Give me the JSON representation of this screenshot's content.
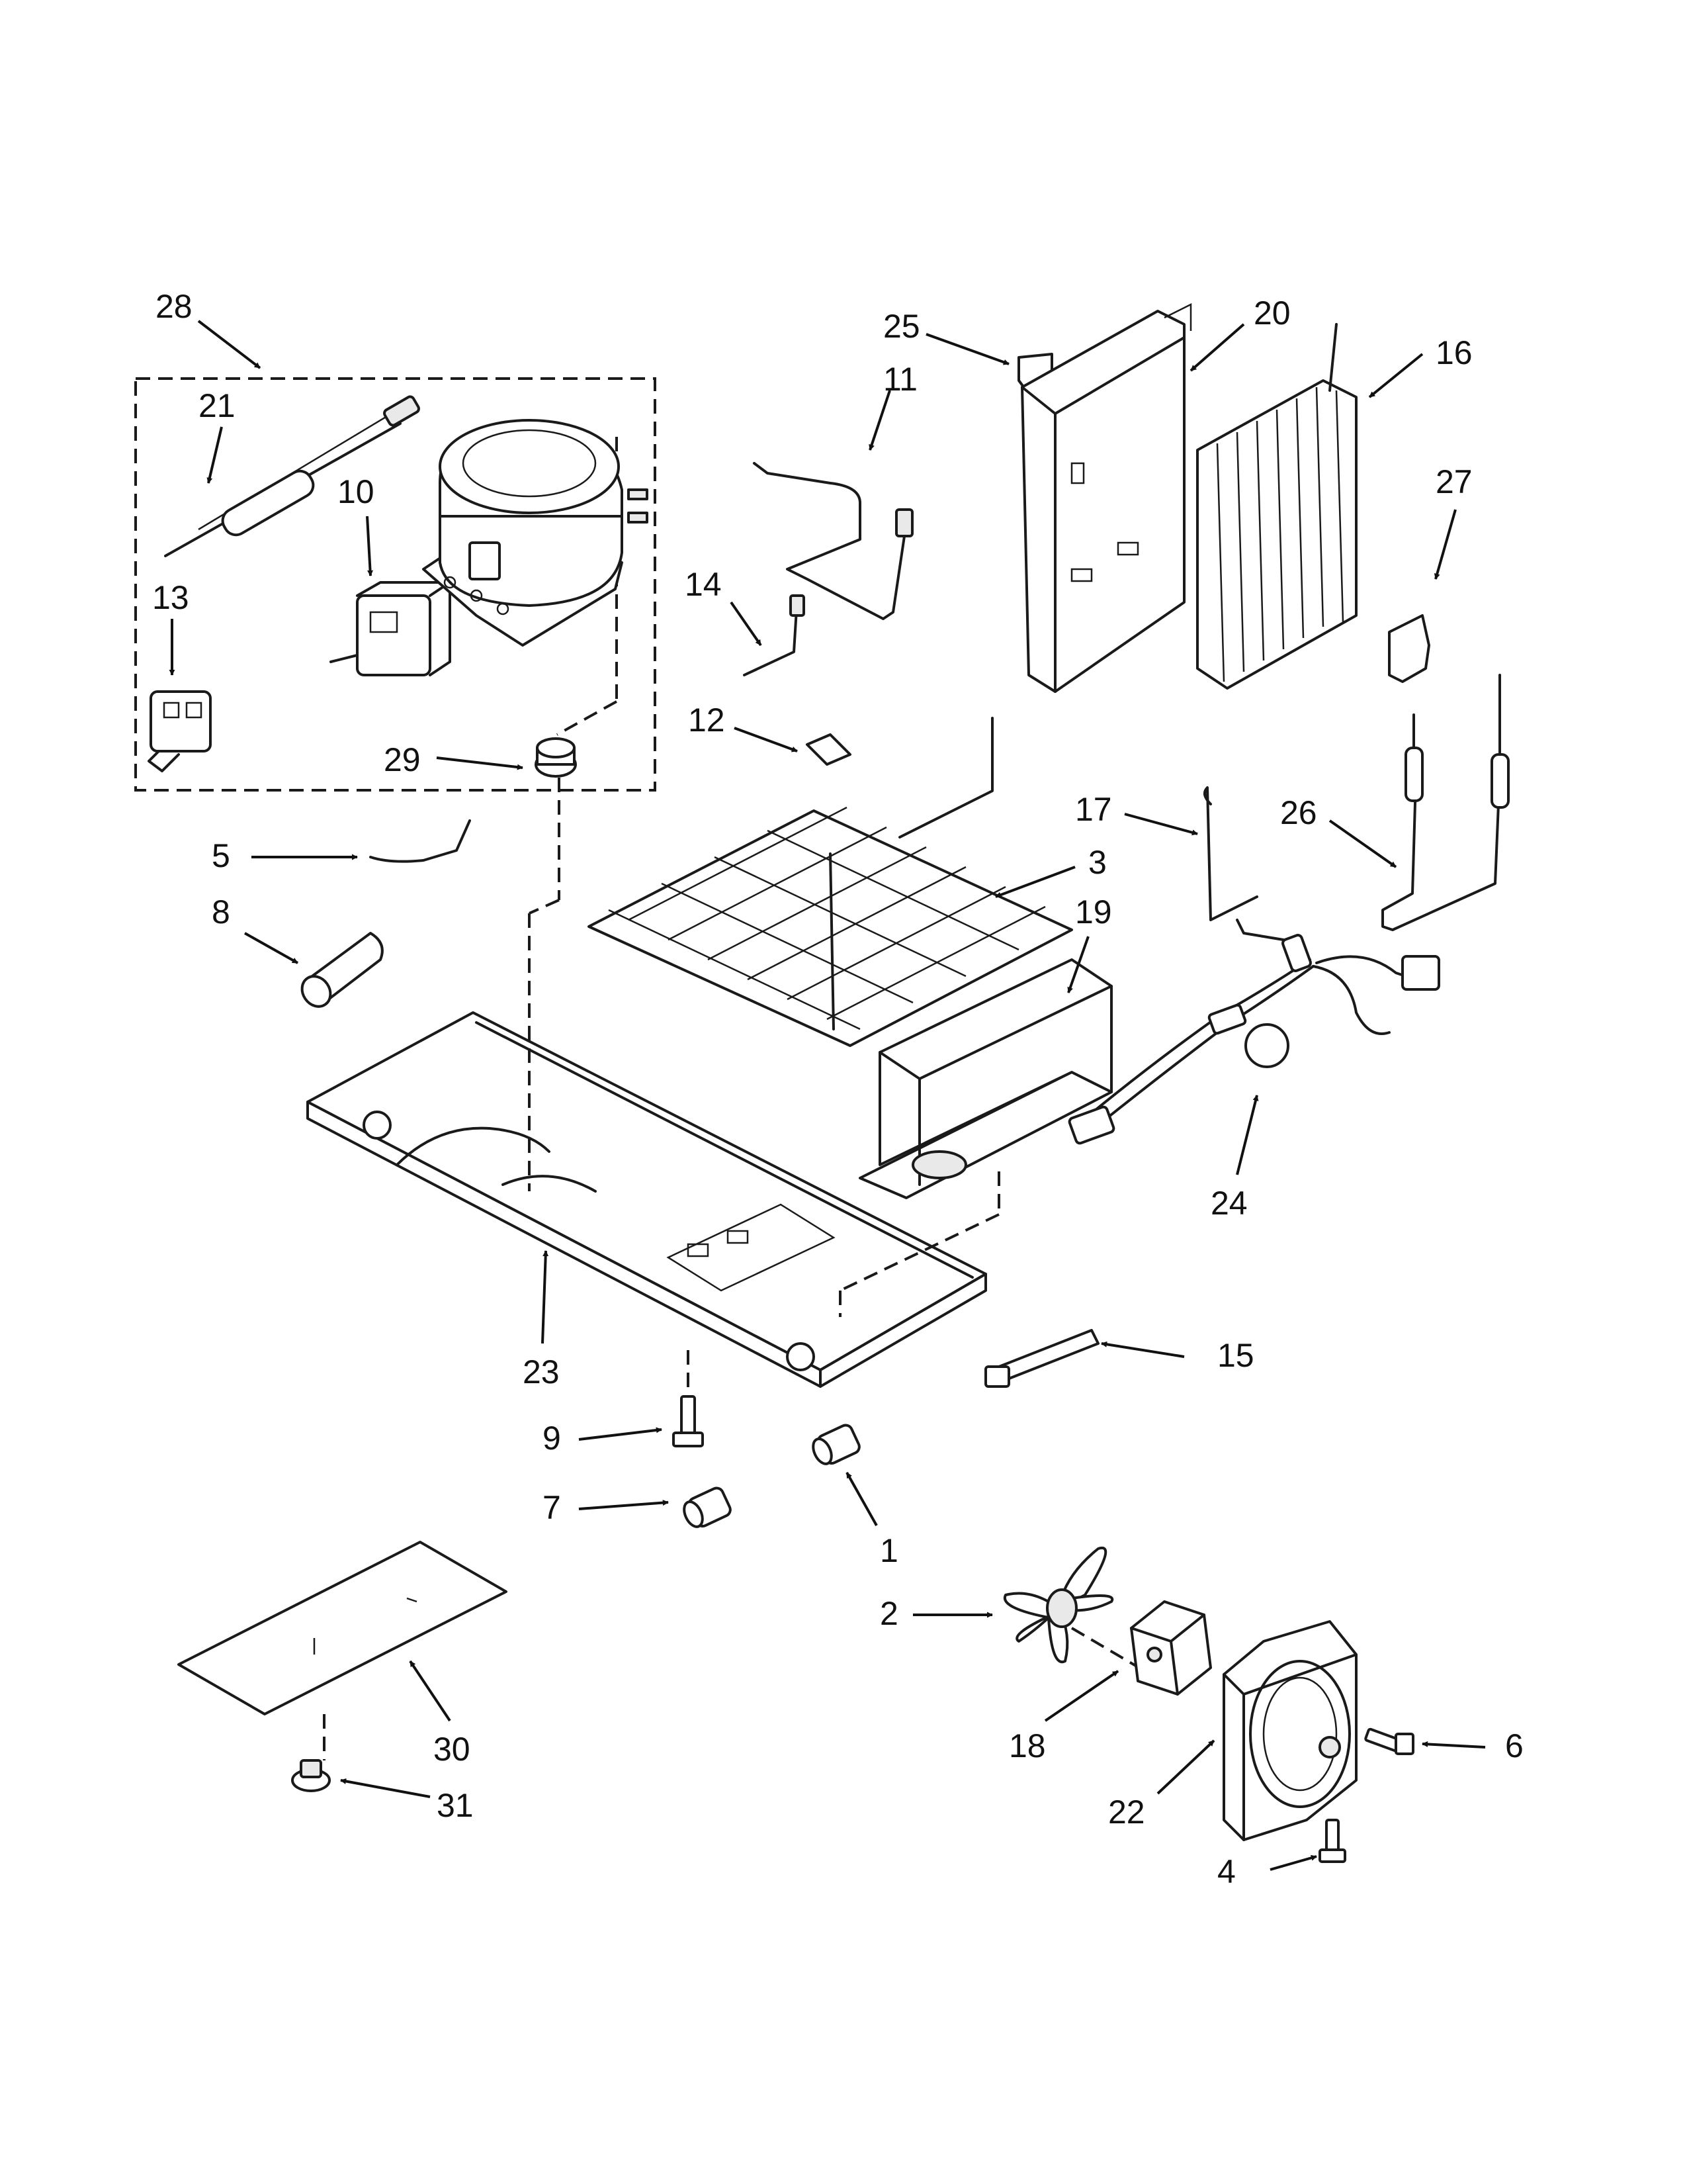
{
  "callouts": [
    "28",
    "21",
    "10",
    "13",
    "29",
    "25",
    "11",
    "20",
    "16",
    "27",
    "14",
    "12",
    "17",
    "26",
    "5",
    "3",
    "19",
    "8",
    "24",
    "23",
    "15",
    "9",
    "7",
    "1",
    "2",
    "18",
    "6",
    "22",
    "30",
    "31",
    "4"
  ],
  "arrowhead_color": "#111111"
}
